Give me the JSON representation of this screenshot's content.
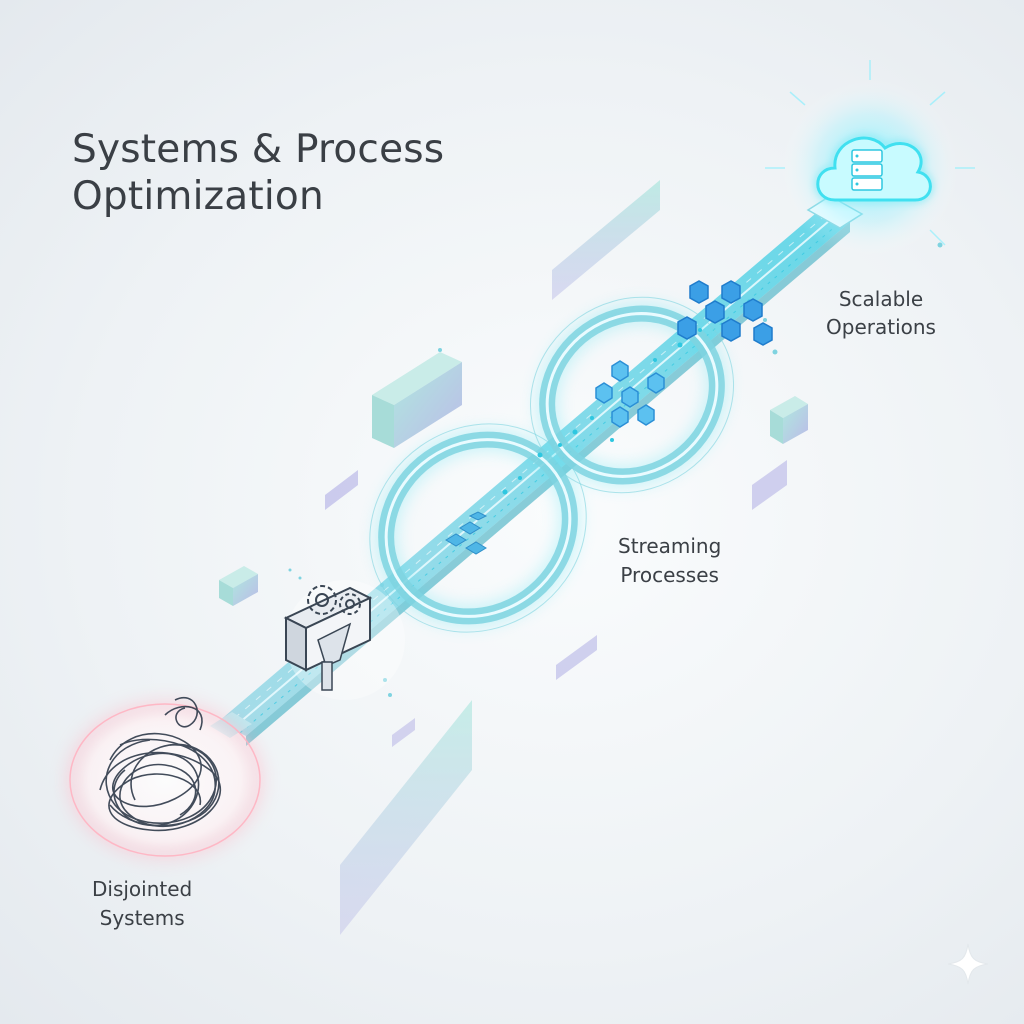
{
  "title": {
    "line1": "Systems & Process",
    "line2": "Optimization"
  },
  "stages": {
    "scalable": {
      "line1": "Scalable",
      "line2": "Operations"
    },
    "streaming": {
      "line1": "Streaming",
      "line2": "Processes"
    },
    "disjointed": {
      "line1": "Disjointed",
      "line2": "Systems"
    }
  },
  "colors": {
    "background": "#eef2f5",
    "text": "#3b4046",
    "glow_cyan": "#3fe0f0",
    "conduit_teal": "#7fd3e0",
    "hexagon_blue": "#3b9fe6",
    "tangle_dark": "#2f3a4a",
    "tangle_glow": "#ff9db0",
    "block_lavender": "#b6b4e6",
    "block_mint": "#a7e6dc"
  },
  "icons": [
    "cloud-server-icon",
    "funnel-icon",
    "gear-icon",
    "hexagon-cluster-icon",
    "tangled-lines-icon",
    "sparkle-icon"
  ]
}
